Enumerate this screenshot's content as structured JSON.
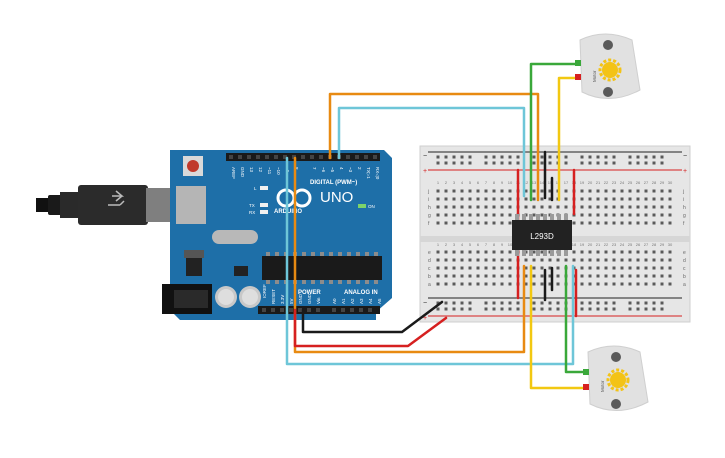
{
  "board": {
    "brand_text": "ARDUINO",
    "model_text": "UNO",
    "digital_label": "DIGITAL (PWM~)",
    "power_label": "POWER",
    "analog_label": "ANALOG IN",
    "on_label": "ON",
    "aref_label": "AREF",
    "gnd_label": "GND",
    "pin_13": "13",
    "pin_12": "12",
    "pin_11": "~11",
    "pin_10": "~10",
    "pin_9": "~9",
    "pin_8": "8",
    "pin_7": "7",
    "pin_6": "~6",
    "pin_5": "~5",
    "pin_4": "4",
    "pin_3": "~3",
    "pin_2": "2",
    "pin_1": "TX▷1",
    "pin_0": "RX◁0",
    "led_l": "L",
    "led_tx": "TX",
    "led_rx": "RX",
    "power_ioref": "IOREF",
    "power_reset": "RESET",
    "power_3v3": "3.3V",
    "power_5v": "5V",
    "power_gnd1": "GND",
    "power_gnd2": "GND",
    "power_vin": "Vin",
    "analog_a0": "A0",
    "analog_a1": "A1",
    "analog_a2": "A2",
    "analog_a3": "A3",
    "analog_a4": "A4",
    "analog_a5": "A5"
  },
  "breadboard": {
    "rows_top": [
      "j",
      "i",
      "h",
      "g",
      "f"
    ],
    "rows_bottom": [
      "e",
      "d",
      "c",
      "b",
      "a"
    ],
    "columns": [
      "1",
      "2",
      "3",
      "4",
      "5",
      "6",
      "7",
      "8",
      "9",
      "10",
      "11",
      "12",
      "13",
      "14",
      "15",
      "16",
      "17",
      "18",
      "19",
      "20",
      "21",
      "22",
      "23",
      "24",
      "25",
      "26",
      "27",
      "28",
      "29",
      "30"
    ],
    "rail_plus": "+",
    "rail_minus": "−"
  },
  "chip": {
    "label": "L293D"
  },
  "motors": [
    {
      "label": "Motor"
    },
    {
      "label": "Motor"
    }
  ],
  "colors": {
    "board": "#1e6fa8",
    "wire_orange": "#e88a12",
    "wire_cyan": "#6ec6d8",
    "wire_green": "#3aa83a",
    "wire_red": "#d62020",
    "wire_black": "#1a1a1a",
    "wire_yellow": "#f2c811"
  }
}
